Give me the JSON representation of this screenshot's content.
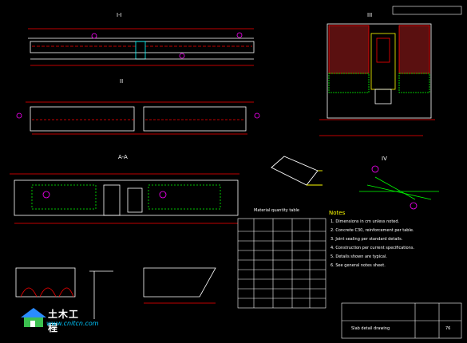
{
  "views": {
    "section_top": "I-I",
    "section_plan": "II",
    "section_cross": "A-A",
    "detail_joint": "III",
    "detail_right": "IV"
  },
  "title_block": {
    "drawing_title": "Slab detail drawing",
    "sheet": "76"
  },
  "notes": {
    "heading": "Notes",
    "lines": [
      "1. Dimensions in cm unless noted.",
      "2. Concrete C30, reinforcement per table.",
      "3. Joint sealing per standard details.",
      "4. Construction per current specifications.",
      "5. Details shown are typical.",
      "6. See general notes sheet."
    ]
  },
  "table": {
    "title": "Material quantity table"
  },
  "logo": {
    "name": "土木工程",
    "url": "www.cnitcn.com"
  },
  "colors": {
    "background": "#000000",
    "line_red": "#ff0000",
    "line_white": "#ffffff",
    "line_green": "#00ff00",
    "line_cyan": "#00ffff",
    "line_yellow": "#ffff00",
    "line_magenta": "#ff00ff"
  }
}
